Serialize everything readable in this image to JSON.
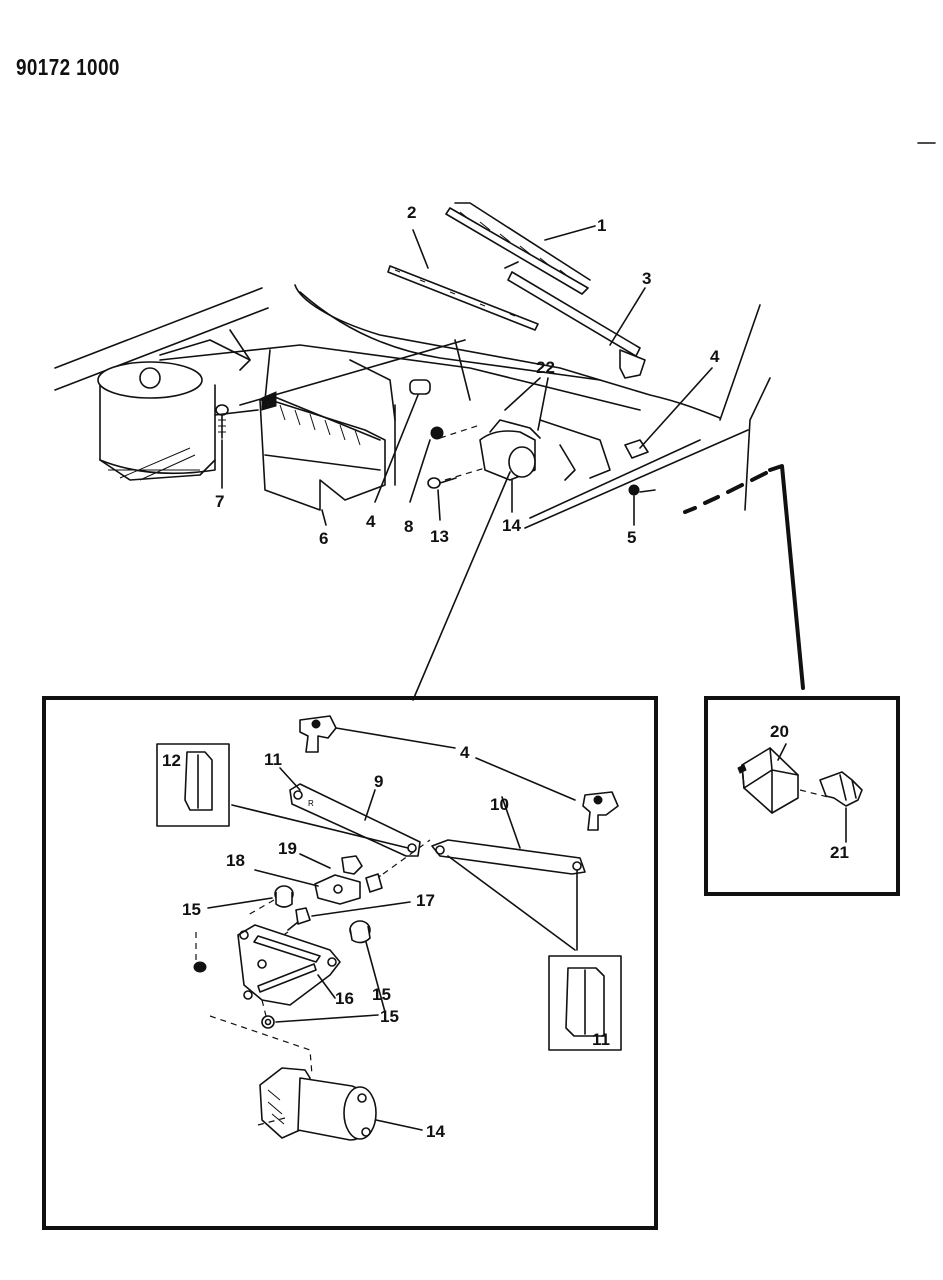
{
  "document_id": "90172 1000",
  "callouts": {
    "c1": "1",
    "c2": "2",
    "c3": "3",
    "c4a": "4",
    "c4b": "4",
    "c4c": "4",
    "c5": "5",
    "c6": "6",
    "c7": "7",
    "c8": "8",
    "c9": "9",
    "c10": "10",
    "c11a": "11",
    "c11b": "11",
    "c12": "12",
    "c13": "13",
    "c14a": "14",
    "c14b": "14",
    "c15a": "15",
    "c15b": "15",
    "c15c": "15",
    "c16": "16",
    "c17": "17",
    "c18": "18",
    "c19": "19",
    "c20": "20",
    "c21": "21",
    "c22": "22"
  }
}
